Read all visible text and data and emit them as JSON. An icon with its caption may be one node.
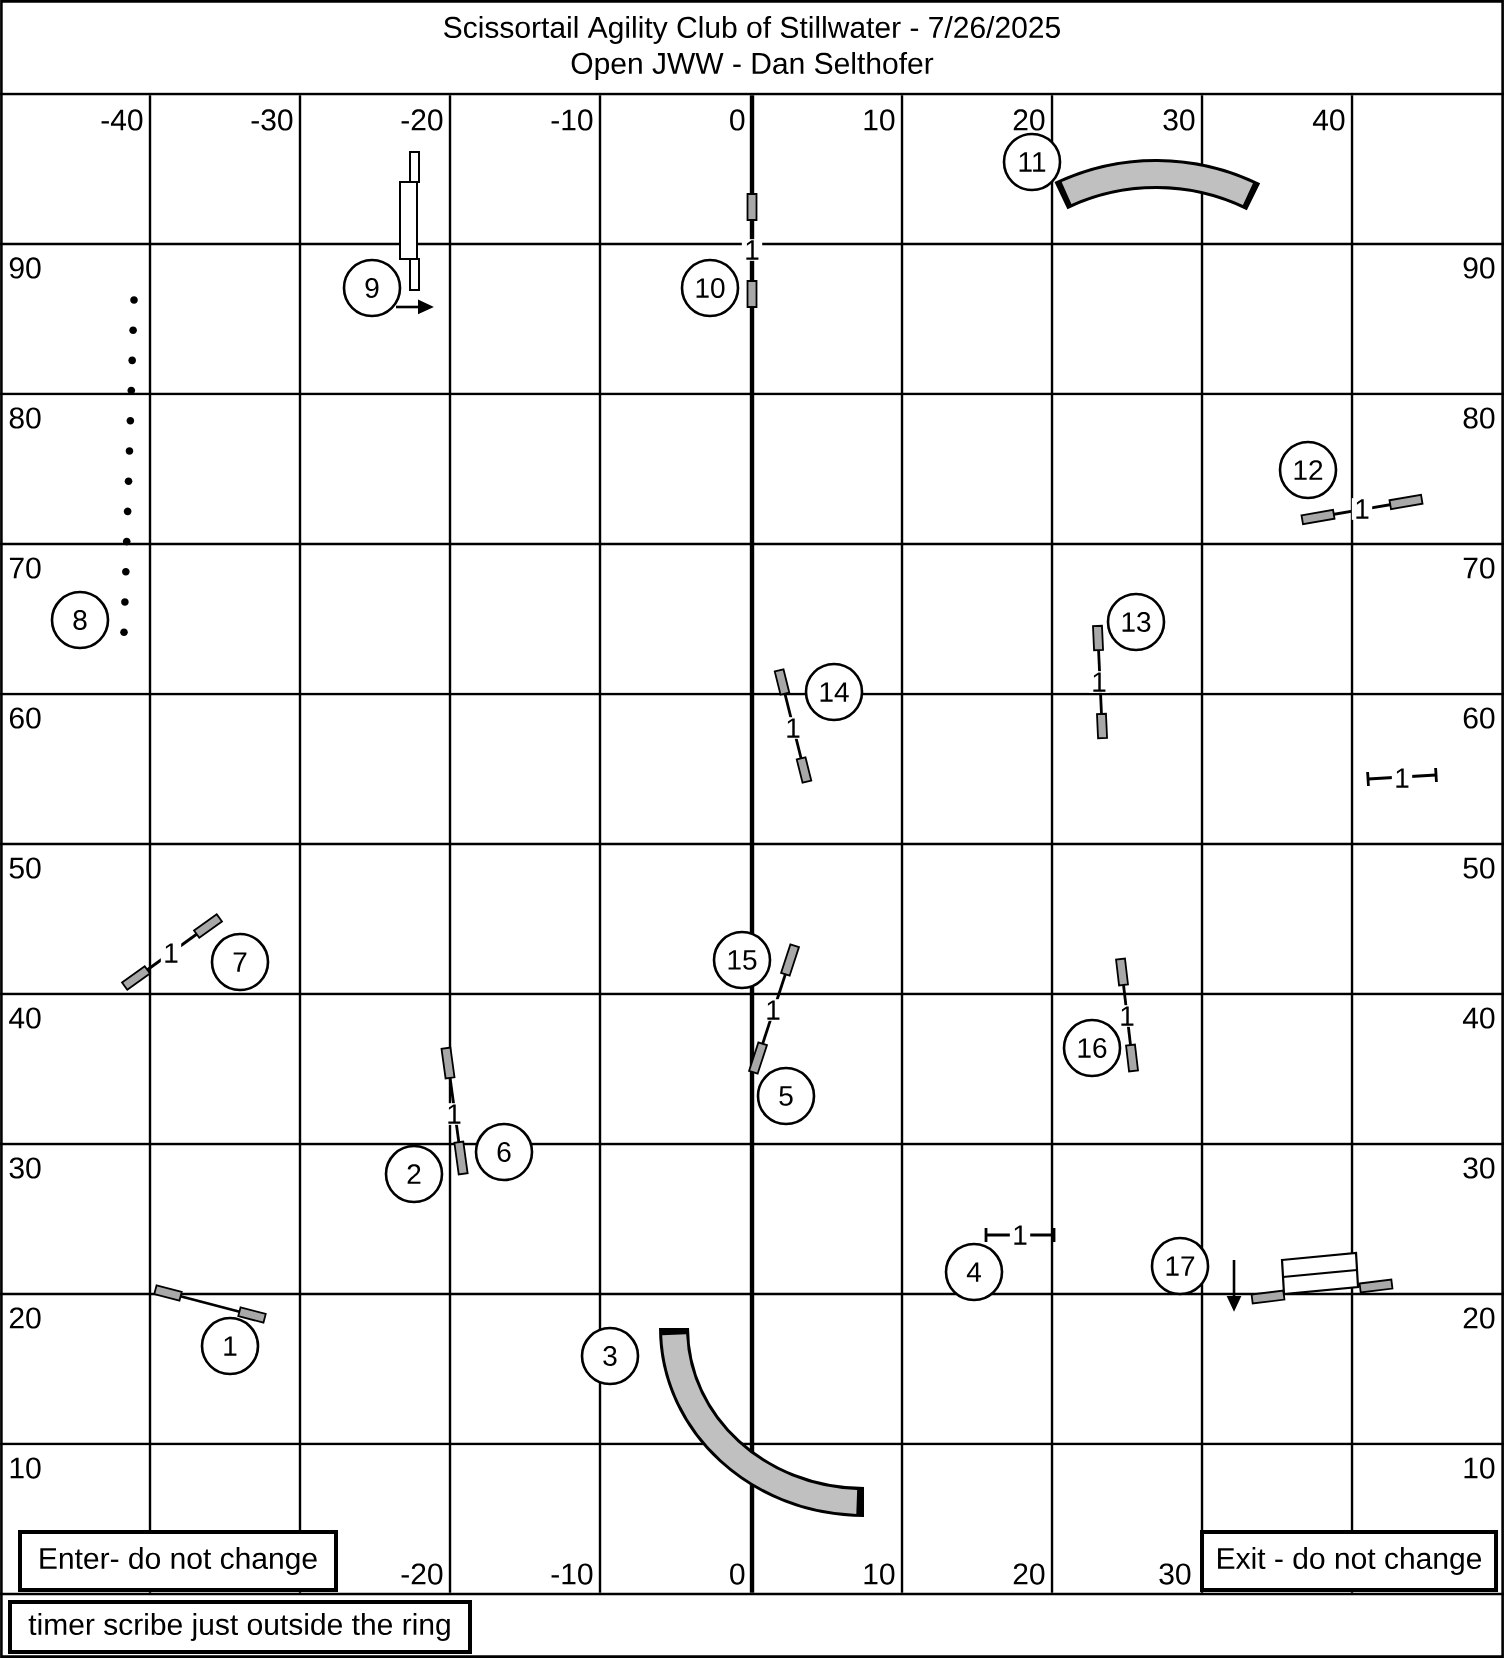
{
  "diagram": {
    "title": "Scissortail Agility Club of Stillwater - 7/26/2025",
    "nodes": [
      {
        "text": [
          "1"
        ]
      },
      {
        "text": [
          "2"
        ]
      },
      {
        "text": [
          "3"
        ]
      },
      {
        "text": [
          "4"
        ]
      },
      {
        "text": [
          "5"
        ]
      },
      {
        "text": [
          "6"
        ]
      },
      {
        "text": [
          "7"
        ]
      },
      {
        "text": [
          "8"
        ]
      },
      {
        "text": [
          "9"
        ]
      },
      {
        "text": [
          "10"
        ]
      },
      {
        "text": [
          "11"
        ]
      },
      {
        "text": [
          "12"
        ]
      },
      {
        "text": [
          "13"
        ]
      },
      {
        "text": [
          "14"
        ]
      },
      {
        "text": [
          "15"
        ]
      },
      {
        "text": [
          "16"
        ]
      },
      {
        "text": [
          "17"
        ]
      },
      {
        "text": [
          "Enter- do not change"
        ]
      },
      {
        "text": [
          "Exit - do not change"
        ]
      },
      {
        "text": [
          "timer scribe just outside the ring"
        ]
      }
    ],
    "labels": [
      "Open JWW - Dan Selthofer",
      "-40",
      "-30",
      "-20",
      "-10",
      "0",
      "10",
      "20",
      "30",
      "40",
      "90",
      "1",
      "90",
      "80",
      "80",
      "1",
      "70",
      "70",
      "1",
      "60",
      "1",
      "60",
      "1",
      "50",
      "50",
      "1",
      "40",
      "1",
      "1",
      "40",
      "1",
      "30",
      "30",
      "1",
      "20",
      "20",
      "10",
      "10",
      "-20",
      "-10",
      "0",
      "10",
      "20",
      "30"
    ]
  }
}
